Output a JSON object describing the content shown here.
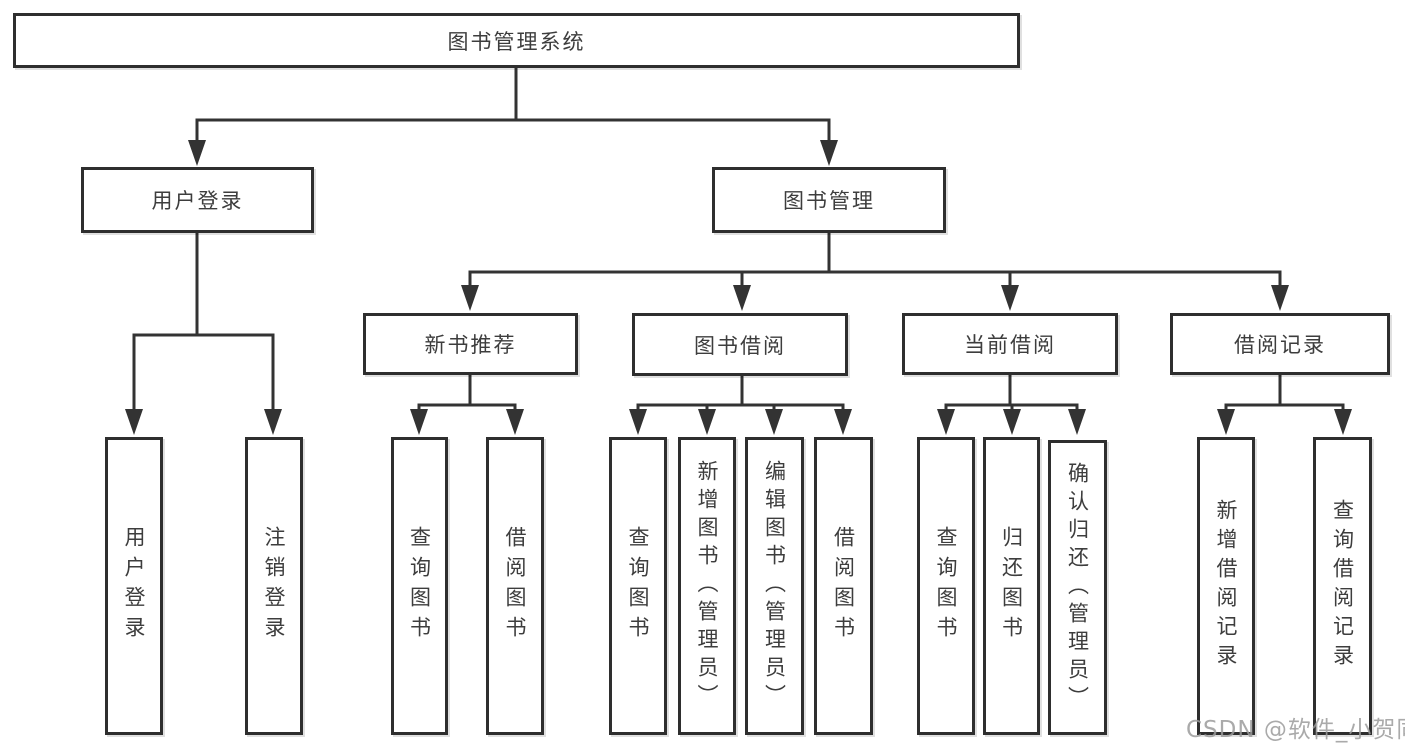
{
  "diagram": {
    "root": {
      "label": "图书管理系统"
    },
    "branches": [
      {
        "label": "用户登录",
        "children": [
          {
            "label": "用户登录"
          },
          {
            "label": "注销登录"
          }
        ]
      },
      {
        "label": "图书管理",
        "children": [
          {
            "label": "新书推荐",
            "children": [
              {
                "label": "查询图书"
              },
              {
                "label": "借阅图书"
              }
            ]
          },
          {
            "label": "图书借阅",
            "children": [
              {
                "label": "查询图书"
              },
              {
                "label": "新增图书（管理员）"
              },
              {
                "label": "编辑图书（管理员）"
              },
              {
                "label": "借阅图书"
              }
            ]
          },
          {
            "label": "当前借阅",
            "children": [
              {
                "label": "查询图书"
              },
              {
                "label": "归还图书"
              },
              {
                "label": "确认归还（管理员）"
              }
            ]
          },
          {
            "label": "借阅记录",
            "children": [
              {
                "label": "新增借阅记录"
              },
              {
                "label": "查询借阅记录"
              }
            ]
          }
        ]
      }
    ]
  },
  "watermark": {
    "text": "CSDN @软件_小贺同学"
  },
  "colors": {
    "background": "#ffffff",
    "line": "#333333",
    "box_border": "#2e2e2e",
    "text": "#3d3d3d",
    "watermark": "#9b9b9b"
  }
}
